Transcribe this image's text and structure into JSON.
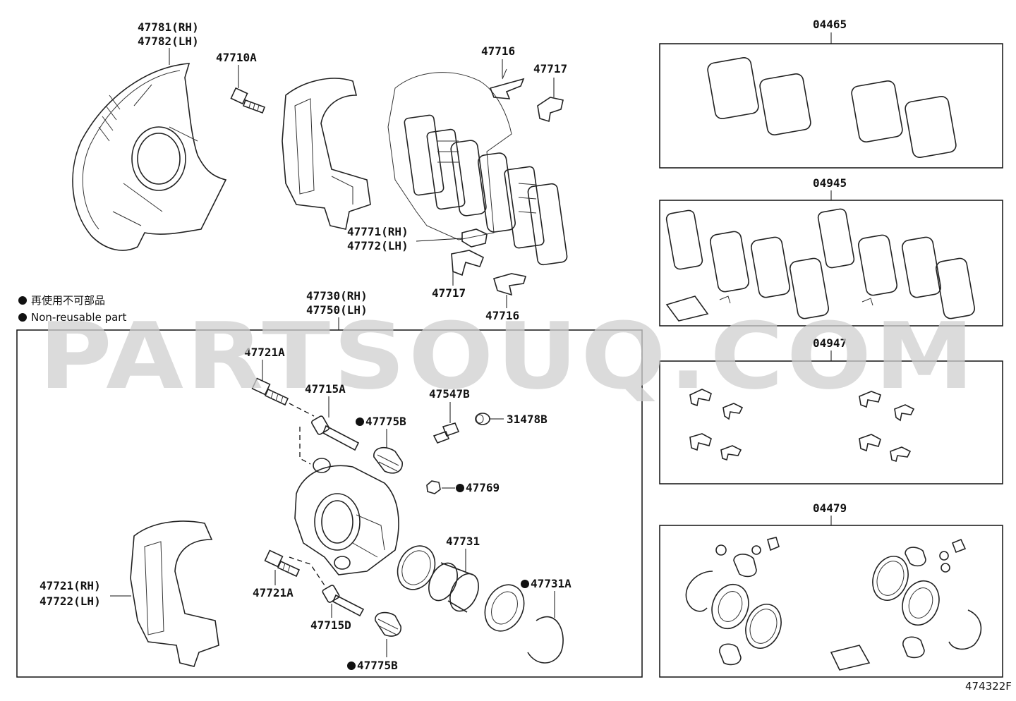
{
  "legend": {
    "jp": "再使用不可部品",
    "en": "Non-reusable part"
  },
  "watermark": "PARTSOUQ.COM",
  "figure_code": "474322F",
  "labels": {
    "l47781": "47781(RH)",
    "l47782": "47782(LH)",
    "l47710A": "47710A",
    "l47716a": "47716",
    "l47717a": "47717",
    "l47771": "47771(RH)",
    "l47772": "47772(LH)",
    "l47717b": "47717",
    "l47716b": "47716",
    "l47730": "47730(RH)",
    "l47750": "47750(LH)",
    "l47721A_a": "47721A",
    "l47715A": "47715A",
    "l47547B": "47547B",
    "l47775B_a": "47775B",
    "l31478B": "31478B",
    "l47769": "47769",
    "l47731": "47731",
    "l47731A": "47731A",
    "l47721": "47721(RH)",
    "l47722": "47722(LH)",
    "l47721A_b": "47721A",
    "l47715D": "47715D",
    "l47775B_b": "47775B",
    "k04465": "04465",
    "k04945": "04945",
    "k04947": "04947",
    "k04479": "04479"
  }
}
